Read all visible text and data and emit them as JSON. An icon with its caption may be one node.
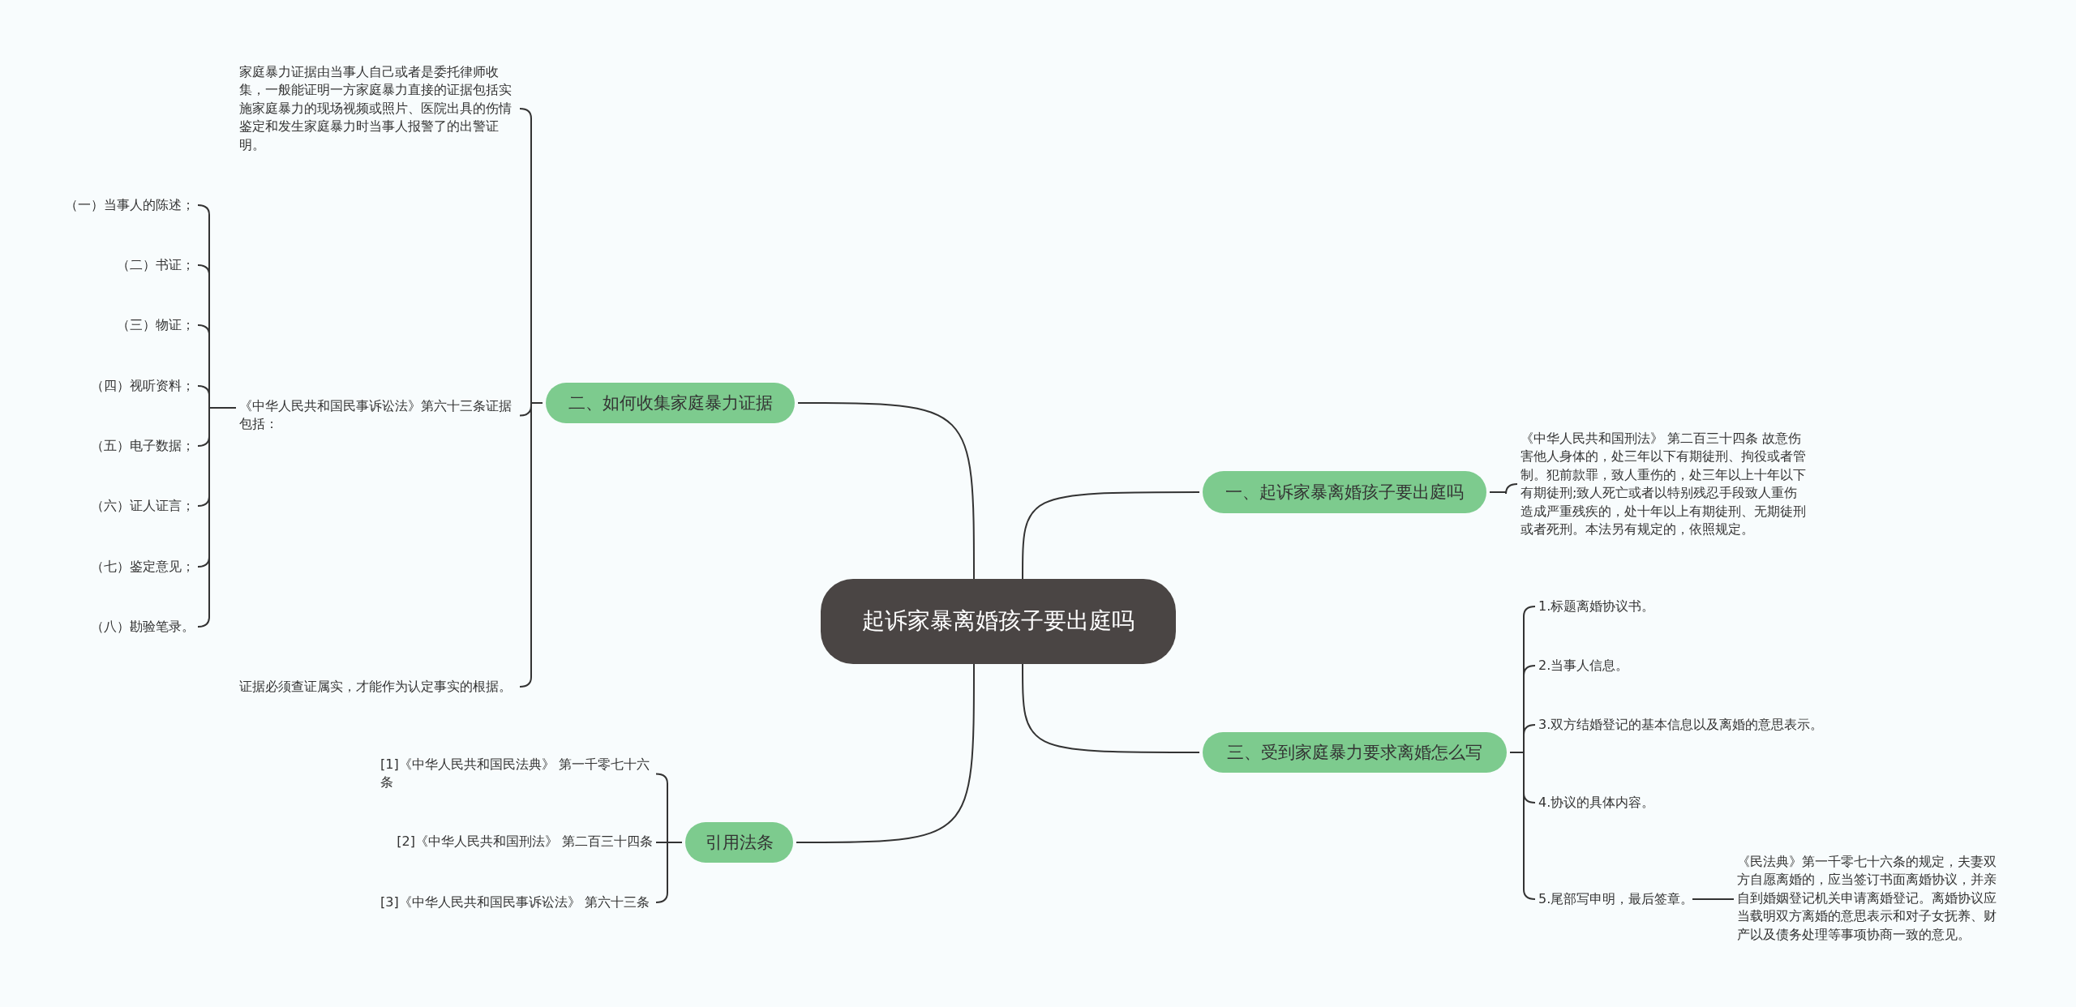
{
  "diagram": {
    "nodes": [
      {
        "text": [
          "起诉家暴离婚孩子要出庭吗"
        ]
      },
      {
        "text": [
          "一、起诉家暴离婚孩子要出庭吗"
        ]
      },
      {
        "text": [
          "《中华人民共和国刑法》 第二百三十四条 故意伤害他人身体的，处三年以下有期徒刑、拘役或者管制。犯前款罪，致人重伤的，处三年以上十年以下有期徒刑;致人死亡或者以特别残忍手段致人重伤造成严重残疾的，处十年以上有期徒刑、无期徒刑或者死刑。本法另有规定的，依照规定。"
        ]
      },
      {
        "text": [
          "二、如何收集家庭暴力证据"
        ]
      },
      {
        "text": [
          "家庭暴力证据由当事人自己或者是委托律师收集，一般能证明一方家庭暴力直接的证据包括实施家庭暴力的现场视频或照片、医院出具的伤情鉴定和发生家庭暴力时当事人报警了的出警证明。"
        ]
      },
      {
        "text": [
          "《中华人民共和国民事诉讼法》第六十三条证据包括："
        ]
      },
      {
        "text": [
          "（一）当事人的陈述；"
        ]
      },
      {
        "text": [
          "（二）书证；"
        ]
      },
      {
        "text": [
          "（三）物证；"
        ]
      },
      {
        "text": [
          "（四）视听资料；"
        ]
      },
      {
        "text": [
          "（五）电子数据；"
        ]
      },
      {
        "text": [
          "（六）证人证言；"
        ]
      },
      {
        "text": [
          "（七）鉴定意见；"
        ]
      },
      {
        "text": [
          "（八）勘验笔录。"
        ]
      },
      {
        "text": [
          "证据必须查证属实，才能作为认定事实的根据。"
        ]
      },
      {
        "text": [
          "三、受到家庭暴力要求离婚怎么写"
        ]
      },
      {
        "text": [
          "1.标题离婚协议书。"
        ]
      },
      {
        "text": [
          "2.当事人信息。"
        ]
      },
      {
        "text": [
          "3.双方结婚登记的基本信息以及离婚的意思表示。"
        ]
      },
      {
        "text": [
          "4.协议的具体内容。"
        ]
      },
      {
        "text": [
          "5.尾部写申明，最后签章。"
        ]
      },
      {
        "text": [
          "《民法典》第一千零七十六条的规定，夫妻双方自愿离婚的，应当签订书面离婚协议，并亲自到婚姻登记机关申请离婚登记。离婚协议应当载明双方离婚的意思表示和对子女抚养、财产以及债务处理等事项协商一致的意见。"
        ]
      },
      {
        "text": [
          "引用法条"
        ]
      },
      {
        "text": [
          "[1]《中华人民共和国民法典》 第一千零七十六条"
        ]
      },
      {
        "text": [
          "[2]《中华人民共和国刑法》 第二百三十四条"
        ]
      },
      {
        "text": [
          "[3]《中华人民共和国民事诉讼法》 第六十三条"
        ]
      }
    ],
    "edges": [
      {
        "from": 0,
        "to": 1,
        "arrow": "none"
      },
      {
        "from": 1,
        "to": 2,
        "arrow": "none"
      },
      {
        "from": 0,
        "to": 3,
        "arrow": "none"
      },
      {
        "from": 3,
        "to": 4,
        "arrow": "none"
      },
      {
        "from": 3,
        "to": 5,
        "arrow": "none"
      },
      {
        "from": 5,
        "to": 6,
        "arrow": "none"
      },
      {
        "from": 5,
        "to": 7,
        "arrow": "none"
      },
      {
        "from": 5,
        "to": 8,
        "arrow": "none"
      },
      {
        "from": 5,
        "to": 9,
        "arrow": "none"
      },
      {
        "from": 5,
        "to": 10,
        "arrow": "none"
      },
      {
        "from": 5,
        "to": 11,
        "arrow": "none"
      },
      {
        "from": 5,
        "to": 12,
        "arrow": "none"
      },
      {
        "from": 5,
        "to": 13,
        "arrow": "none"
      },
      {
        "from": 3,
        "to": 14,
        "arrow": "none"
      },
      {
        "from": 0,
        "to": 15,
        "arrow": "none"
      },
      {
        "from": 15,
        "to": 16,
        "arrow": "none"
      },
      {
        "from": 15,
        "to": 17,
        "arrow": "none"
      },
      {
        "from": 15,
        "to": 18,
        "arrow": "none"
      },
      {
        "from": 15,
        "to": 19,
        "arrow": "none"
      },
      {
        "from": 15,
        "to": 20,
        "arrow": "none"
      },
      {
        "from": 20,
        "to": 21,
        "arrow": "none"
      },
      {
        "from": 0,
        "to": 22,
        "arrow": "none"
      },
      {
        "from": 22,
        "to": 23,
        "arrow": "none"
      },
      {
        "from": 22,
        "to": 24,
        "arrow": "none"
      },
      {
        "from": 22,
        "to": 25,
        "arrow": "none"
      }
    ]
  }
}
